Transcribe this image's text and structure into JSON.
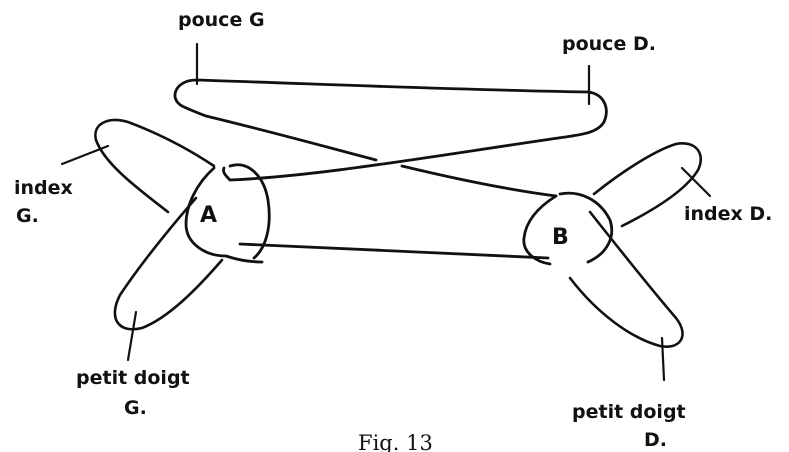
{
  "labels": {
    "thumb_left": "pouce G",
    "thumb_right": "pouce D.",
    "index_left_line1": "index",
    "index_left_line2": "G.",
    "index_right": "index D.",
    "little_left_line1": "petit doigt",
    "little_left_line2": "G.",
    "little_right_line1": "petit doigt",
    "little_right_line2": "D.",
    "crossing_a": "A",
    "crossing_b": "B"
  },
  "caption": "Fig. 13"
}
